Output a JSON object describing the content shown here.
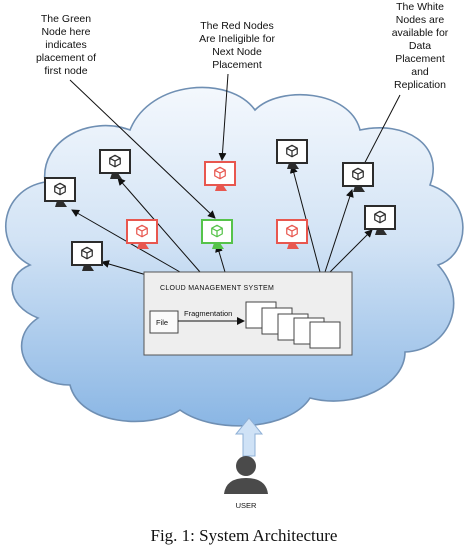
{
  "annotations": {
    "green": [
      "The Green",
      "Node here",
      "indicates",
      "placement of",
      "first node"
    ],
    "red": [
      "The Red Nodes",
      "Are Ineligible for",
      "Next Node",
      "Placement"
    ],
    "white": [
      "The White",
      "Nodes are",
      "available for",
      "Data",
      "Placement",
      "and",
      "Replication"
    ]
  },
  "cms": {
    "title": "CLOUD MANAGEMENT SYSTEM",
    "file_label": "File",
    "fragmentation_label": "Fragmentation"
  },
  "user_label": "USER",
  "caption": "Fig. 1: System Architecture",
  "node_states": {
    "white": "available",
    "red": "ineligible",
    "green": "first placement"
  },
  "colors": {
    "cloud_top": "#f2f7fd",
    "cloud_bottom": "#8db8e6",
    "red_node": "#e8574f",
    "green_node": "#56c34a",
    "white_node": "#2c2c2c",
    "up_arrow": "#cfe2f6"
  }
}
